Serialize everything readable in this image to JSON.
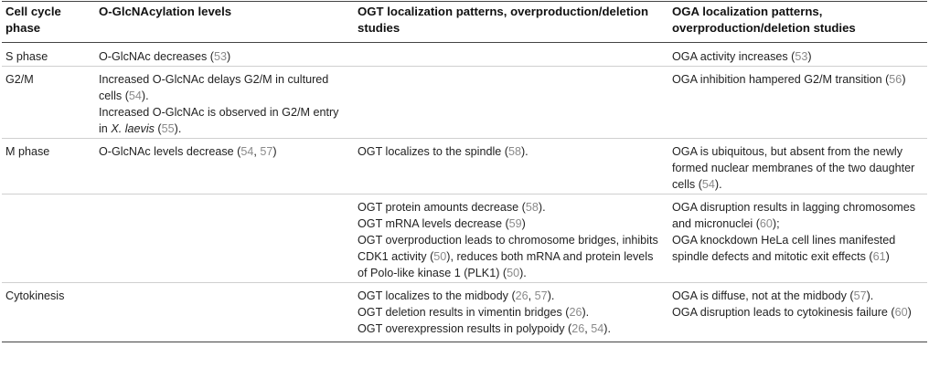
{
  "headers": [
    "Cell cycle phase",
    "O-GlcNAcylation levels",
    "OGT localization patterns, overproduction/deletion studies",
    "OGA localization patterns, overproduction/deletion studies"
  ],
  "rows": [
    {
      "phase": "S phase",
      "glc": [
        [
          {
            "t": "O-GlcNAc decreases ("
          },
          {
            "r": "53"
          },
          {
            "t": ")"
          }
        ]
      ],
      "ogt": [],
      "oga": [
        [
          {
            "t": "OGA activity increases ("
          },
          {
            "r": "53"
          },
          {
            "t": ")"
          }
        ]
      ]
    },
    {
      "phase": "G2/M",
      "glc": [
        [
          {
            "t": "Increased O-GlcNAc delays G2/M in cultured cells ("
          },
          {
            "r": "54"
          },
          {
            "t": ")."
          }
        ],
        [
          {
            "t": "Increased O-GlcNAc is observed in G2/M entry in "
          },
          {
            "i": "X. laevis"
          },
          {
            "t": " ("
          },
          {
            "r": "55"
          },
          {
            "t": ")."
          }
        ]
      ],
      "ogt": [],
      "oga": [
        [
          {
            "t": "OGA inhibition hampered G2/M transition ("
          },
          {
            "r": "56"
          },
          {
            "t": ")"
          }
        ]
      ]
    },
    {
      "phase": "M phase",
      "glc": [
        [
          {
            "t": "O-GlcNAc levels decrease ("
          },
          {
            "r": "54"
          },
          {
            "t": ", "
          },
          {
            "r": "57"
          },
          {
            "t": ")"
          }
        ]
      ],
      "ogt": [
        [
          {
            "t": "OGT localizes to the spindle ("
          },
          {
            "r": "58"
          },
          {
            "t": ")."
          }
        ]
      ],
      "oga": [
        [
          {
            "t": "OGA is ubiquitous, but absent from the newly formed nuclear membranes of the two daughter cells ("
          },
          {
            "r": "54"
          },
          {
            "t": ")."
          }
        ]
      ]
    },
    {
      "phase": "",
      "glc": [],
      "ogt": [
        [
          {
            "t": "OGT protein amounts decrease ("
          },
          {
            "r": "58"
          },
          {
            "t": ")."
          }
        ],
        [
          {
            "t": "OGT mRNA levels decrease ("
          },
          {
            "r": "59"
          },
          {
            "t": ")"
          }
        ],
        [
          {
            "t": "OGT overproduction leads to chromosome bridges, inhibits CDK1 activity ("
          },
          {
            "r": "50"
          },
          {
            "t": "), reduces both mRNA and protein levels of Polo-like kinase 1 (PLK1) ("
          },
          {
            "r": "50"
          },
          {
            "t": ")."
          }
        ]
      ],
      "oga": [
        [
          {
            "t": "OGA disruption results in lagging chromosomes and micronuclei ("
          },
          {
            "r": "60"
          },
          {
            "t": ");"
          }
        ],
        [
          {
            "t": "OGA knockdown HeLa cell lines manifested spindle defects and mitotic exit effects ("
          },
          {
            "r": "61"
          },
          {
            "t": ")"
          }
        ]
      ]
    },
    {
      "phase": "Cytokinesis",
      "glc": [],
      "ogt": [
        [
          {
            "t": "OGT localizes to the midbody ("
          },
          {
            "r": "26"
          },
          {
            "t": ", "
          },
          {
            "r": "57"
          },
          {
            "t": ")."
          }
        ],
        [
          {
            "t": "OGT deletion results in vimentin bridges ("
          },
          {
            "r": "26"
          },
          {
            "t": ")."
          }
        ],
        [
          {
            "t": "OGT overexpression results in polypoidy ("
          },
          {
            "r": "26"
          },
          {
            "t": ", "
          },
          {
            "r": "54"
          },
          {
            "t": ")."
          }
        ]
      ],
      "oga": [
        [
          {
            "t": "OGA is diffuse, not at the midbody ("
          },
          {
            "r": "57"
          },
          {
            "t": ")."
          }
        ],
        [
          {
            "t": "OGA disruption leads to cytokinesis failure ("
          },
          {
            "r": "60"
          },
          {
            "t": ")"
          }
        ]
      ]
    }
  ],
  "colors": {
    "text": "#222222",
    "ref": "#8a8a8a",
    "rule": "#444444",
    "separator": "#cfcfcf"
  }
}
